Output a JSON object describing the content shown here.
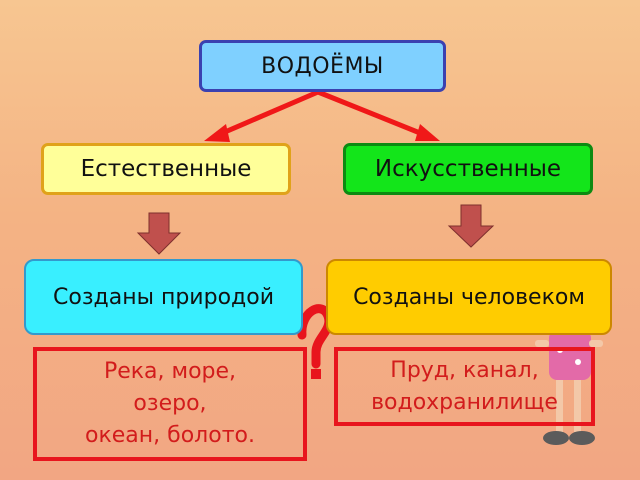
{
  "diagram": {
    "root": {
      "label": "ВОДОЁМЫ"
    },
    "branches": [
      {
        "label": "Естественные",
        "description": "Созданы природой",
        "examples": "Река, море,\nозеро,\nокеан, болото."
      },
      {
        "label": "Искусственные",
        "description": "Созданы человеком",
        "examples": "Пруд, канал,\nводохранилище"
      }
    ]
  },
  "colors": {
    "root_fill": "#7fd0ff",
    "natural_fill": "#ffff99",
    "artificial_fill": "#13e51a",
    "natural_desc_fill": "#39efff",
    "artificial_desc_fill": "#ffcc00",
    "connector": "#f01818",
    "down_arrow": "#c0504d",
    "examples_text": "#d21c1c"
  },
  "decorations": {
    "mark": "question-mark",
    "character": "girl-cartoon"
  }
}
